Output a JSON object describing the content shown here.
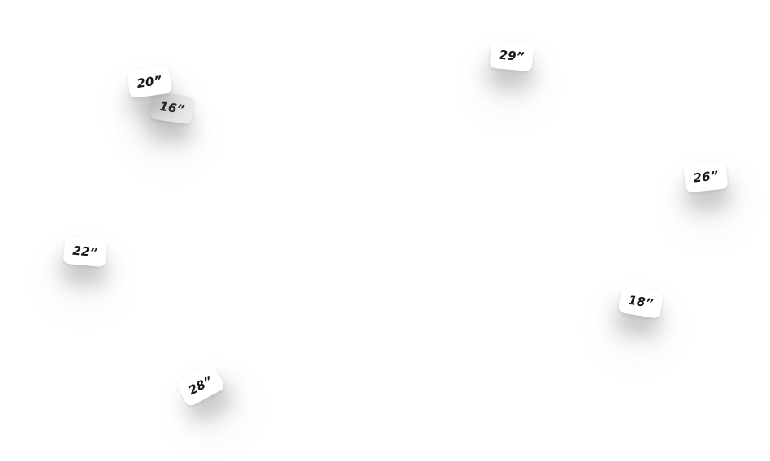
{
  "tags": {
    "t20": {
      "label": "20”"
    },
    "t16": {
      "label": "16”"
    },
    "t29": {
      "label": "29”"
    },
    "t26": {
      "label": "26”"
    },
    "t22": {
      "label": "22”"
    },
    "t18": {
      "label": "18”"
    },
    "t28": {
      "label": "28”"
    }
  },
  "colors": {
    "background": "#ffffff",
    "tag": "#ffffff",
    "tag_back": "#ececec",
    "text": "#1a1a1a"
  }
}
